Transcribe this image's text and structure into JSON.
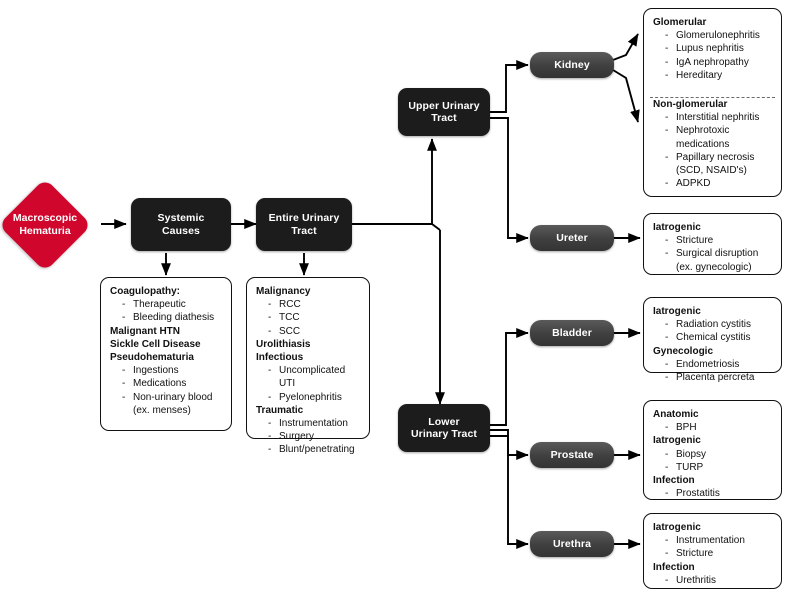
{
  "title": "Macroscopic Hematuria Differential Diagnosis Flowchart",
  "nodes": {
    "root": {
      "label": "Macroscopic\nHematuria",
      "shape": "diamond",
      "color": "#d1062c"
    },
    "systemic": {
      "label": "Systemic\nCauses",
      "shape": "rounded-rect",
      "color": "#1c1c1c"
    },
    "entire": {
      "label": "Entire Urinary\nTract",
      "shape": "rounded-rect",
      "color": "#1c1c1c"
    },
    "upper": {
      "label": "Upper Urinary\nTract",
      "shape": "rounded-rect",
      "color": "#1c1c1c"
    },
    "lower": {
      "label": "Lower\nUrinary Tract",
      "shape": "rounded-rect",
      "color": "#1c1c1c"
    },
    "kidney": {
      "label": "Kidney",
      "shape": "rounded-rect",
      "color": "#4a4a4a"
    },
    "ureter": {
      "label": "Ureter",
      "shape": "rounded-rect",
      "color": "#4a4a4a"
    },
    "bladder": {
      "label": "Bladder",
      "shape": "rounded-rect",
      "color": "#4a4a4a"
    },
    "prostate": {
      "label": "Prostate",
      "shape": "rounded-rect",
      "color": "#4a4a4a"
    },
    "urethra": {
      "label": "Urethra",
      "shape": "rounded-rect",
      "color": "#4a4a4a"
    }
  },
  "cards": {
    "systemic_causes": {
      "sections": [
        {
          "heading": "Coagulopathy:",
          "items": [
            "Therapeutic",
            "Bleeding diathesis"
          ]
        },
        {
          "heading": "Malignant HTN",
          "items": []
        },
        {
          "heading": "Sickle Cell Disease",
          "items": []
        },
        {
          "heading": "Pseudohematuria",
          "items": [
            "Ingestions",
            "Medications",
            "Non-urinary blood"
          ],
          "continuations": {
            "2": "(ex. menses)"
          }
        }
      ]
    },
    "entire_tract": {
      "sections": [
        {
          "heading": "Malignancy",
          "items": [
            "RCC",
            "TCC",
            "SCC"
          ]
        },
        {
          "heading": "Urolithiasis",
          "items": []
        },
        {
          "heading": "Infectious",
          "items": [
            "Uncomplicated UTI",
            "Pyelonephritis"
          ]
        },
        {
          "heading": "Traumatic",
          "items": [
            "Instrumentation",
            "Surgery",
            "Blunt/penetrating"
          ]
        }
      ]
    },
    "kidney_glomerular": {
      "sections": [
        {
          "heading": "Glomerular",
          "items": [
            "Glomerulonephritis",
            "Lupus nephritis",
            "IgA nephropathy",
            "Hereditary"
          ]
        }
      ]
    },
    "kidney_nonglomerular": {
      "sections": [
        {
          "heading": "Non-glomerular",
          "items": [
            "Interstitial nephritis",
            "Nephrotoxic",
            "Papillary necrosis",
            "ADPKD"
          ],
          "continuations": {
            "1": "medications",
            "2": "(SCD, NSAID's)"
          }
        }
      ]
    },
    "ureter": {
      "sections": [
        {
          "heading": "Iatrogenic",
          "items": [
            "Stricture",
            "Surgical disruption"
          ],
          "continuations": {
            "1": "(ex. gynecologic)"
          }
        }
      ]
    },
    "bladder": {
      "sections": [
        {
          "heading": "Iatrogenic",
          "items": [
            "Radiation cystitis",
            "Chemical cystitis"
          ]
        },
        {
          "heading": "Gynecologic",
          "items": [
            "Endometriosis",
            "Placenta percreta"
          ]
        }
      ]
    },
    "prostate": {
      "sections": [
        {
          "heading": "Anatomic",
          "items": [
            "BPH"
          ]
        },
        {
          "heading": "Iatrogenic",
          "items": [
            "Biopsy",
            "TURP"
          ]
        },
        {
          "heading": "Infection",
          "items": [
            "Prostatitis"
          ]
        }
      ]
    },
    "urethra": {
      "sections": [
        {
          "heading": "Iatrogenic",
          "items": [
            "Instrumentation",
            "Stricture"
          ]
        },
        {
          "heading": "Infection",
          "items": [
            "Urethritis"
          ]
        }
      ]
    }
  }
}
